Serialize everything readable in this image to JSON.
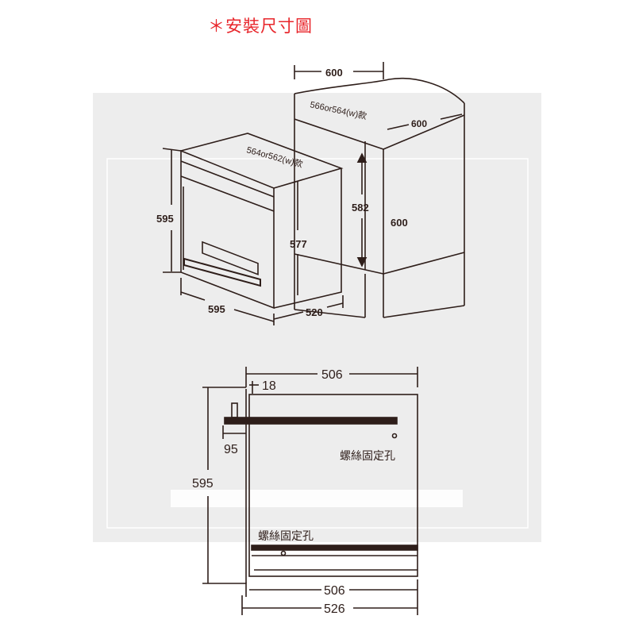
{
  "title": "＊安裝尺寸圖",
  "colors": {
    "title": "#e8262b",
    "line": "#2e1e1a",
    "bg_panel": "#ededed"
  },
  "top_view": {
    "cabinet_width": "600",
    "cabinet_depth": "600",
    "cabinet_height": "600",
    "niche_width_note": "566or564(w)款",
    "niche_height": "582",
    "oven_width_note": "564or562(w)款",
    "oven_height": "595",
    "oven_inner_height": "577",
    "oven_width": "595",
    "oven_depth": "520"
  },
  "side_view": {
    "depth_top": "506",
    "offset": "18",
    "front_depth": "95",
    "height": "595",
    "screw_hole_top": "螺絲固定孔",
    "screw_hole_bottom": "螺絲固定孔",
    "depth_bottom_inner": "506",
    "depth_bottom_total": "526"
  }
}
